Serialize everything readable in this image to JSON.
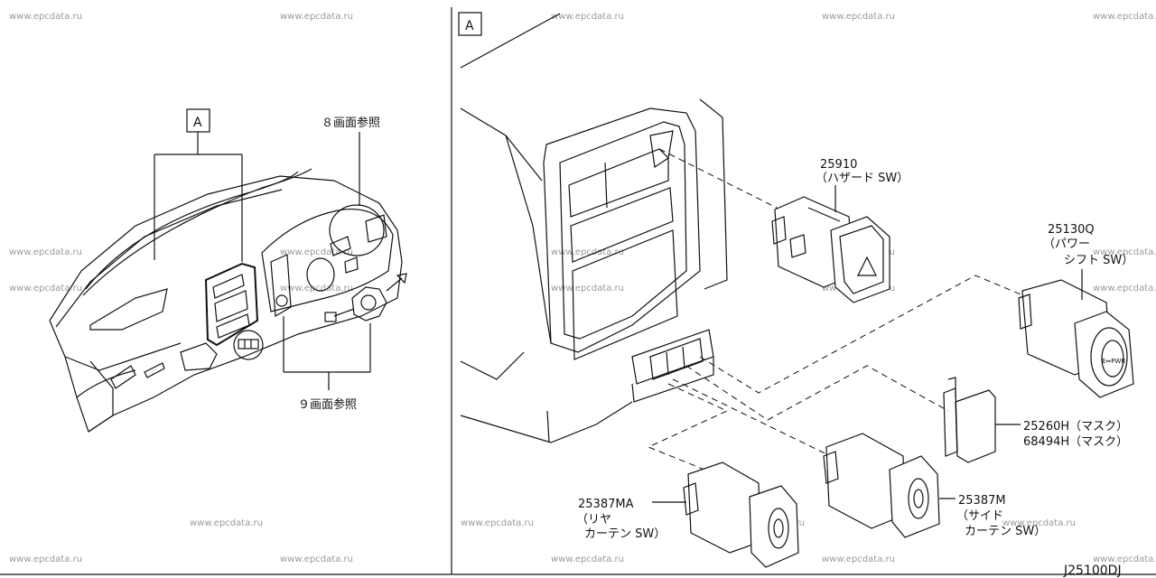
{
  "watermark": "www.epcdata.ru",
  "diagram_code": "J25100DJ",
  "callout_A_left": "A",
  "callout_A_right": "A",
  "ref_page8": "８画面参照",
  "ref_page9": "９画面参照",
  "parts": {
    "hazard": {
      "number": "25910",
      "desc": "（ハザード SW）"
    },
    "power_shift": {
      "number": "25130Q",
      "desc1": "（パワー",
      "desc2": "シフト SW）"
    },
    "mask": {
      "line1": "25260H（マスク）",
      "line2": "68494H（マスク）"
    },
    "side_curtain": {
      "number": "25387M",
      "desc1": "（サイド",
      "desc2": "カーテン SW）"
    },
    "rear_curtain": {
      "number": "25387MA",
      "desc1": "（リヤ",
      "desc2": "カーテン SW）"
    }
  },
  "icons": {
    "hazard_button": "hazard-triangle-icon",
    "power_shift_button": "e-pwr-icon"
  }
}
